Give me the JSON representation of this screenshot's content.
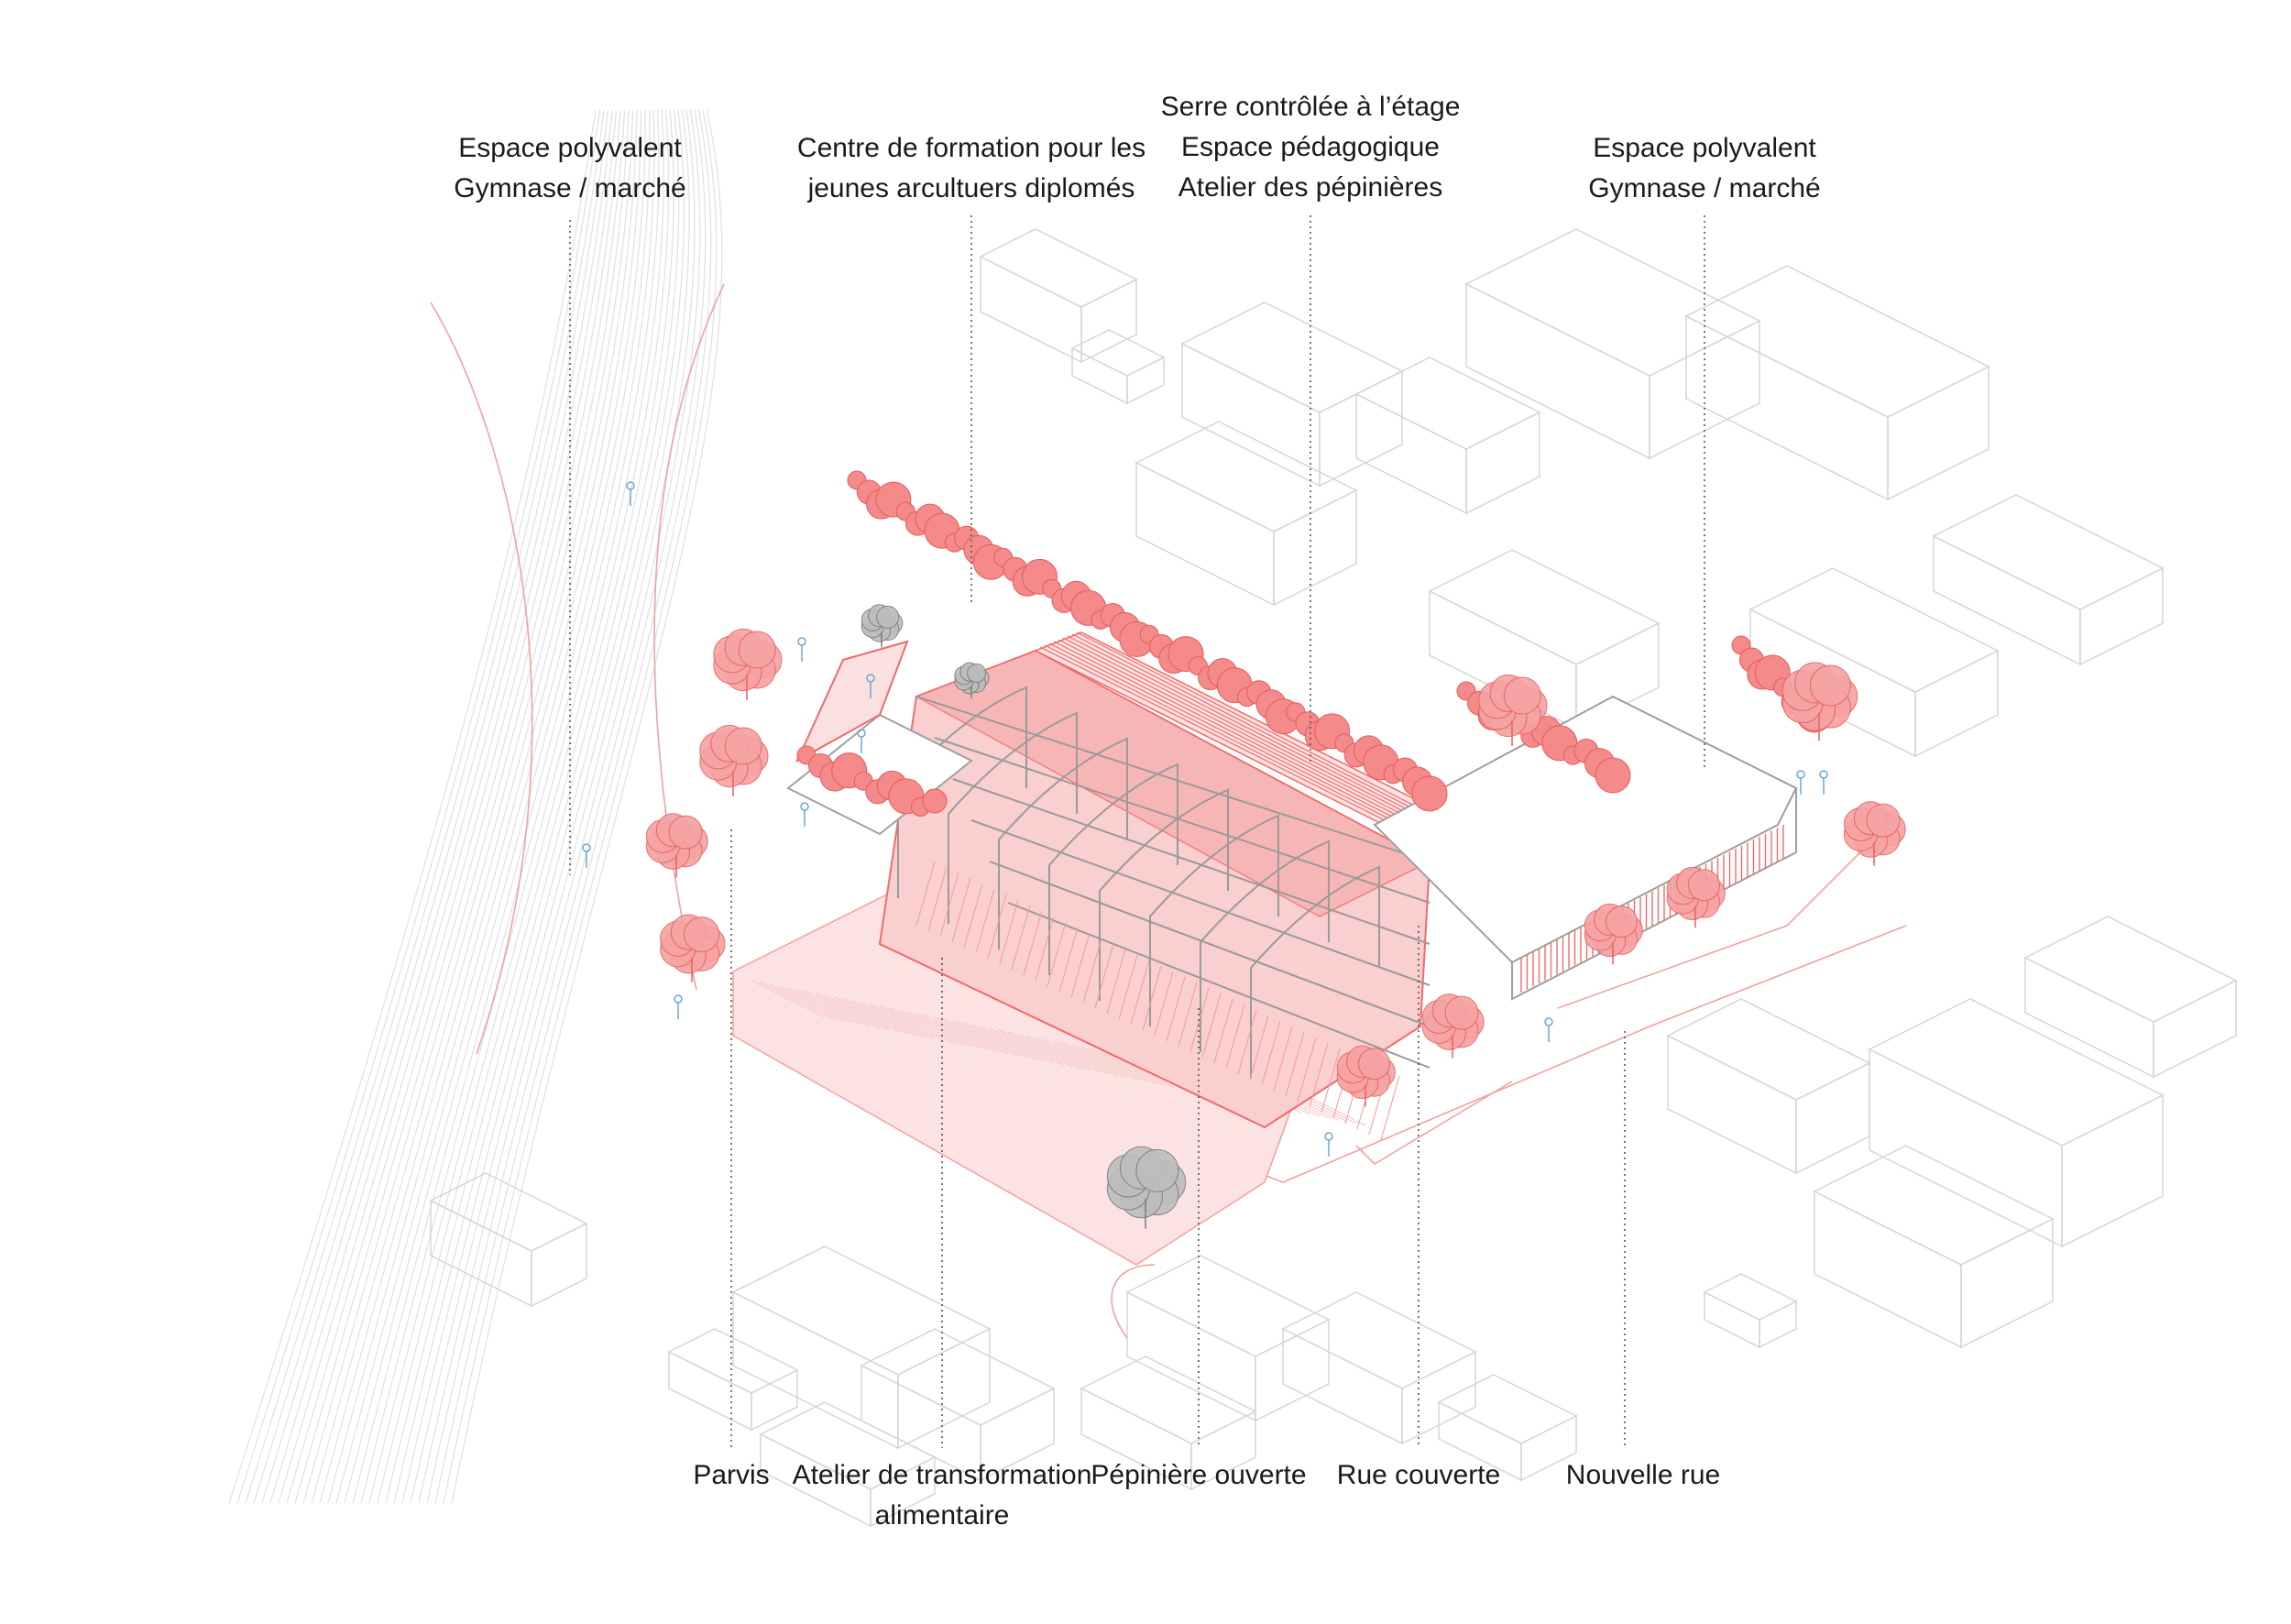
{
  "colors": {
    "accent": "#f26a6a",
    "accent_fill": "#f8b5b5",
    "context_line": "#d9d9d9",
    "leader": "#555555",
    "people": "#6aa7d8",
    "text": "#1a1a1a"
  },
  "labels_top": [
    {
      "lines": [
        "Espace polyvalent",
        "Gymnase / marché"
      ]
    },
    {
      "lines": [
        "Centre de formation pour les",
        "jeunes arcultuers diplomés"
      ]
    },
    {
      "lines": [
        "Serre contrôlée à l’étage",
        "Espace pédagogique",
        "Atelier des pépinières"
      ]
    },
    {
      "lines": [
        "Espace polyvalent",
        "Gymnase / marché"
      ]
    }
  ],
  "labels_bottom": [
    {
      "lines": [
        "Parvis"
      ]
    },
    {
      "lines": [
        "Atelier de transformation",
        "alimentaire"
      ]
    },
    {
      "lines": [
        "Pépinière ouverte"
      ]
    },
    {
      "lines": [
        "Rue couverte"
      ]
    },
    {
      "lines": [
        "Nouvelle rue"
      ]
    }
  ]
}
